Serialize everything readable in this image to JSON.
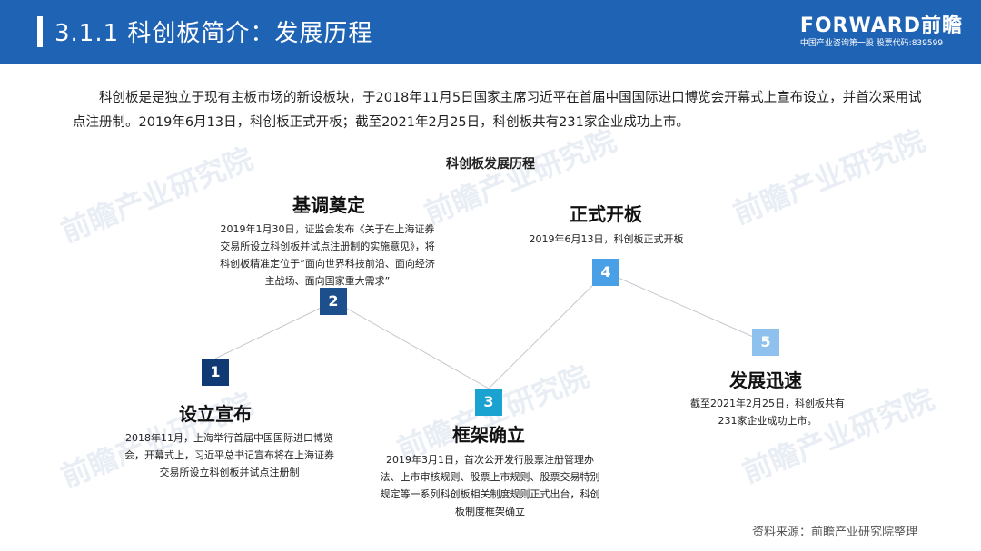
{
  "header": {
    "title": "3.1.1 科创板简介：发展历程",
    "logo_main": "FORWARD前瞻",
    "logo_sub": "中国产业咨询第一股 股票代码:839599"
  },
  "watermark_text": "前瞻产业研究院",
  "intro": "科创板是是独立于现有主板市场的新设板块，于2018年11月5日国家主席习近平在首届中国国际进口博览会开幕式上宣布设立，并首次采用试点注册制。2019年6月13日，科创板正式开板；截至2021年2月25日，科创板共有231家企业成功上市。",
  "diagram": {
    "title": "科创板发展历程",
    "stages": [
      {
        "num": "1",
        "title": "设立宣布",
        "color": "#0f3a73",
        "desc": "2018年11月，上海举行首届中国国际进口博览会，开幕式上，习近平总书记宣布将在上海证券交易所设立科创板并试点注册制"
      },
      {
        "num": "2",
        "title": "基调奠定",
        "color": "#1c4f8c",
        "desc": "2019年1月30日，证监会发布《关于在上海证券交易所设立科创板并试点注册制的实施意见》，将科创板精准定位于“面向世界科技前沿、面向经济主战场、面向国家重大需求”"
      },
      {
        "num": "3",
        "title": "框架确立",
        "color": "#1aa3d1",
        "desc": "2019年3月1日，首次公开发行股票注册管理办法、上市审核规则、股票上市规则、股票交易特别规定等一系列科创板相关制度规则正式出台，科创板制度框架确立"
      },
      {
        "num": "4",
        "title": "正式开板",
        "color": "#4aa0e6",
        "desc": "2019年6月13日，科创板正式开板"
      },
      {
        "num": "5",
        "title": "发展迅速",
        "color": "#8fc1ee",
        "desc": "截至2021年2月25日，科创板共有231家企业成功上市。"
      }
    ]
  },
  "source": "资料来源：前瞻产业研究院整理"
}
